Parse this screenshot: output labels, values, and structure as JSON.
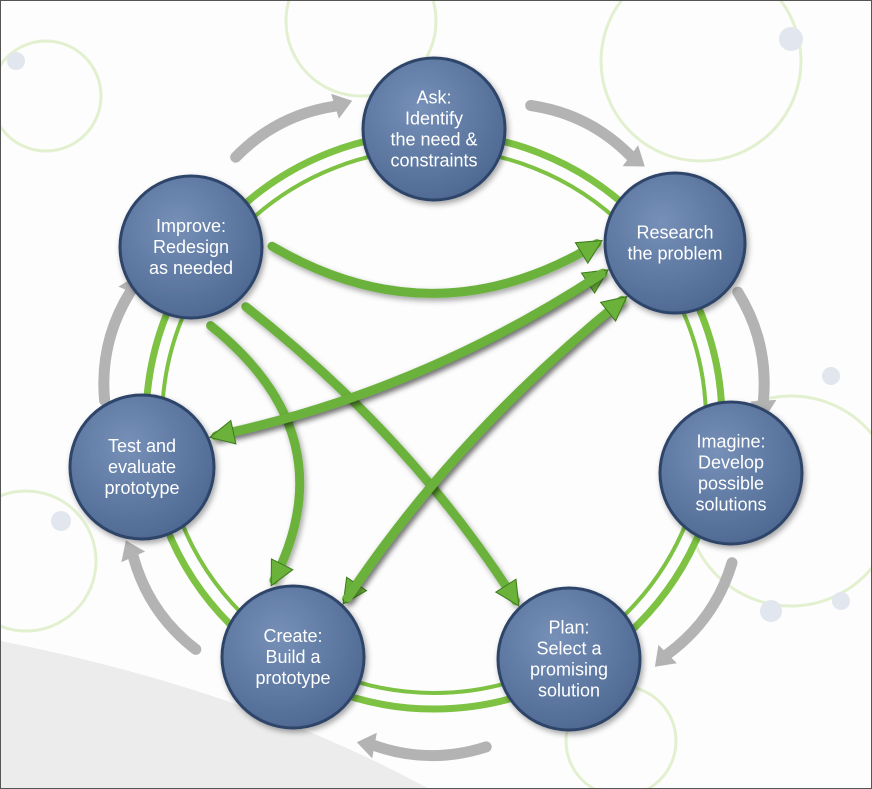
{
  "diagram": {
    "colors": {
      "node_fill": "#5e7ba6",
      "node_stroke": "#2d4569",
      "ring": "#7dc242",
      "arrow_green": "#6ab23a",
      "arrow_gray": "#b3b3b3",
      "text": "#ffffff"
    },
    "nodes": [
      {
        "id": "ask",
        "lines": [
          "Ask:",
          "Identify",
          "the need &",
          "constraints"
        ]
      },
      {
        "id": "research",
        "lines": [
          "Research",
          "the problem"
        ]
      },
      {
        "id": "imagine",
        "lines": [
          "Imagine:",
          "Develop",
          "possible",
          "solutions"
        ]
      },
      {
        "id": "plan",
        "lines": [
          "Plan:",
          "Select a",
          "promising",
          "solution"
        ]
      },
      {
        "id": "create",
        "lines": [
          "Create:",
          "Build a",
          "prototype"
        ]
      },
      {
        "id": "test",
        "lines": [
          "Test and",
          "evaluate",
          "prototype"
        ]
      },
      {
        "id": "improve",
        "lines": [
          "Improve:",
          "Redesign",
          "as needed"
        ]
      }
    ],
    "cycle_arrows": [
      {
        "from": "ask",
        "to": "research"
      },
      {
        "from": "research",
        "to": "imagine"
      },
      {
        "from": "imagine",
        "to": "plan"
      },
      {
        "from": "plan",
        "to": "create"
      },
      {
        "from": "create",
        "to": "test"
      },
      {
        "from": "test",
        "to": "improve"
      },
      {
        "from": "improve",
        "to": "ask"
      }
    ],
    "cross_arrows": [
      {
        "from": "improve",
        "to": "research"
      },
      {
        "from": "improve",
        "to": "plan"
      },
      {
        "from": "improve",
        "to": "create"
      },
      {
        "from": "test",
        "to": "research"
      },
      {
        "from": "research",
        "to": "test"
      },
      {
        "from": "research",
        "to": "create"
      },
      {
        "from": "create",
        "to": "research"
      }
    ]
  }
}
